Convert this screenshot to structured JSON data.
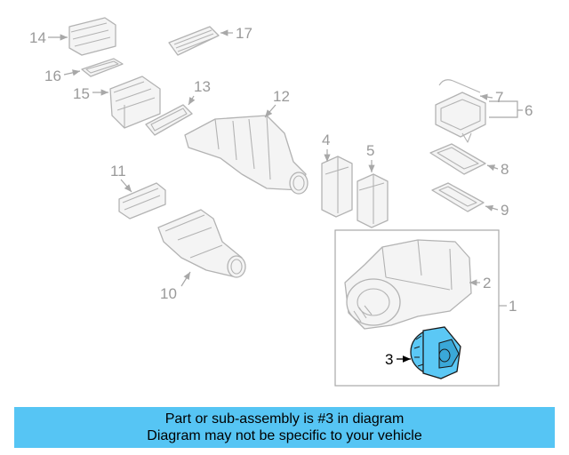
{
  "callouts": {
    "c1": "1",
    "c2": "2",
    "c3": "3",
    "c4": "4",
    "c5": "5",
    "c6": "6",
    "c7": "7",
    "c8": "8",
    "c9": "9",
    "c10": "10",
    "c11": "11",
    "c12": "12",
    "c13": "13",
    "c14": "14",
    "c15": "15",
    "c16": "16",
    "c17": "17"
  },
  "banner": {
    "line1": "Part or sub-assembly is #3 in diagram",
    "line2": "Diagram may not be specific to your vehicle"
  },
  "colors": {
    "highlight": "#5bc8f5",
    "banner": "#56c5f4",
    "line": "#b3b3b3"
  }
}
